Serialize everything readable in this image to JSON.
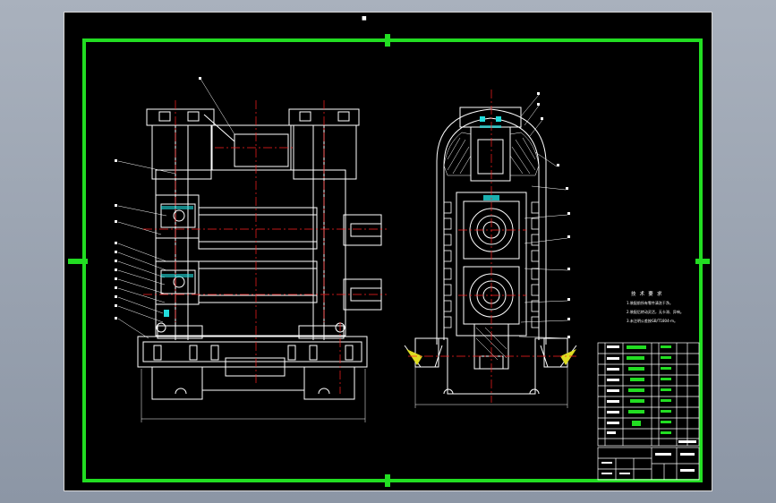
{
  "window": {
    "title_mark": "■"
  },
  "notes": {
    "title": "技 术 要 求",
    "lines": [
      "1.装配前所有零件清洗干净。",
      "2.装配后转动灵活，无卡滞、异响。",
      "3.未注明公差按GB/T1804-m。"
    ]
  },
  "colors": {
    "border": "#22dd22",
    "lines": "#ffffff",
    "center": "#ff2020",
    "accent_cyan": "#22dddd",
    "accent_green": "#22dd22",
    "background": "#000000"
  }
}
